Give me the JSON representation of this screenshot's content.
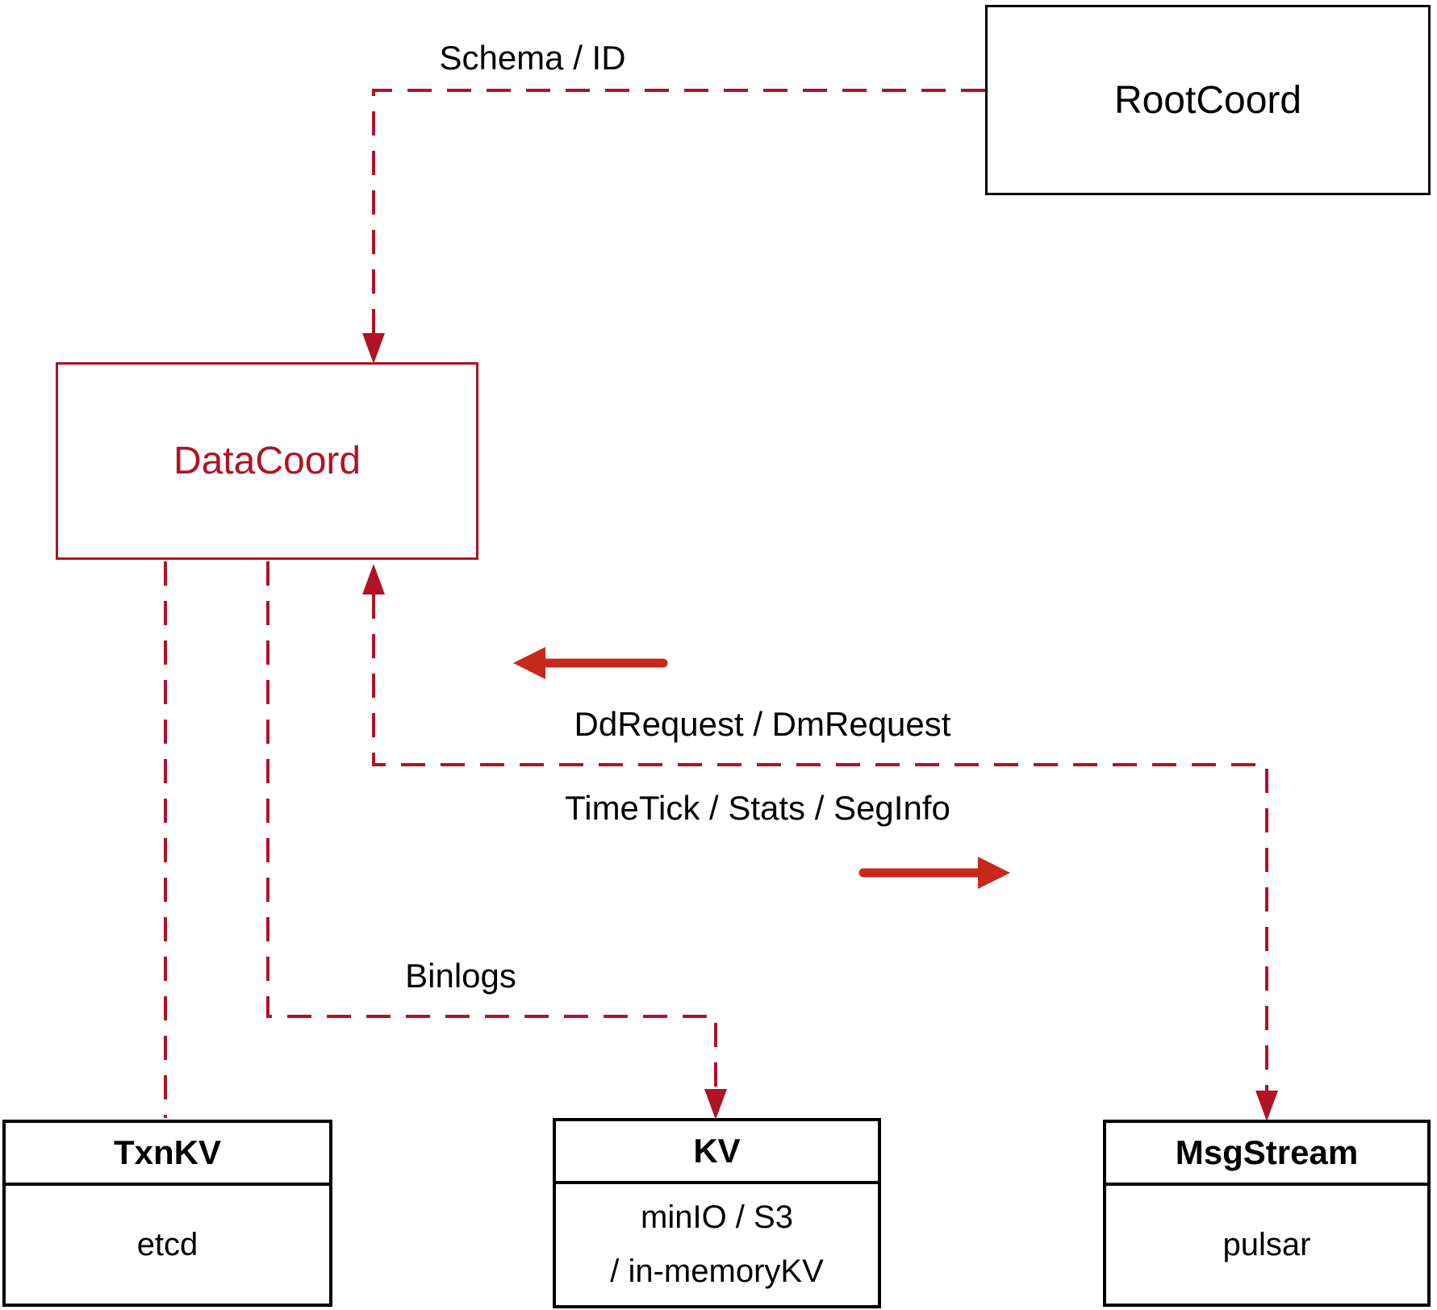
{
  "diagram": {
    "nodes": {
      "rootcoord": {
        "label": "RootCoord"
      },
      "datacoord": {
        "label": "DataCoord"
      },
      "txnkv": {
        "title": "TxnKV",
        "body": "etcd"
      },
      "kv": {
        "title": "KV",
        "body_line1": "minIO / S3",
        "body_line2": "/ in-memoryKV"
      },
      "msgstream": {
        "title": "MsgStream",
        "body": "pulsar"
      }
    },
    "edge_labels": {
      "schema_id": "Schema / ID",
      "dd_dm_request": "DdRequest / DmRequest",
      "timetick_stats_seginfo": "TimeTick / Stats / SegInfo",
      "binlogs": "Binlogs"
    },
    "colors": {
      "dashed_line": "#b11226",
      "dashed_arrowhead": "#b11226",
      "solid_arrow": "#c8281c",
      "black_border": "#000000",
      "datacoord_red": "#b11226"
    }
  }
}
